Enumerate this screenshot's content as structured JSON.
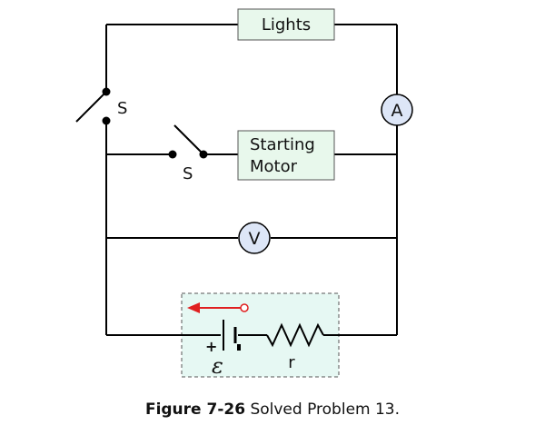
{
  "components": {
    "lights_label": "Lights",
    "starting_motor_line1": "Starting",
    "starting_motor_line2": "Motor",
    "ammeter_label": "A",
    "voltmeter_label": "V",
    "switch_top_label": "S",
    "switch_middle_label": "S",
    "battery_plus_label": "+",
    "battery_minus_label": "-",
    "emf_symbol": "ε",
    "internal_resistance_label": "r"
  },
  "caption": {
    "figure_label": "Figure 7-26",
    "text": "Solved Problem 13."
  },
  "colors": {
    "wire": "#000000",
    "component_fill": "#e8f8ec",
    "meter_fill": "#dde6f7",
    "battery_box_fill": "#e6f8f3",
    "current_arrow": "#e02020"
  }
}
